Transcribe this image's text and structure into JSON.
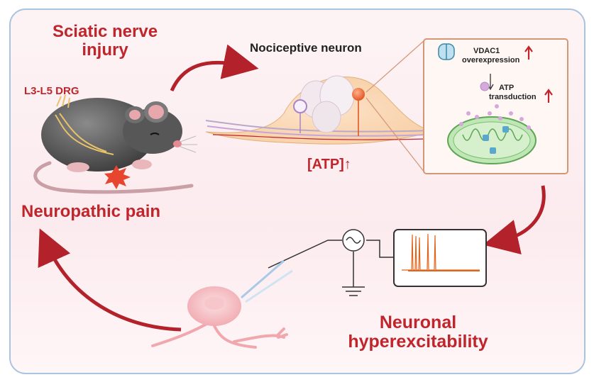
{
  "labels": {
    "injury_line1": "Sciatic nerve",
    "injury_line2": "injury",
    "drg": "L3-L5 DRG",
    "neuron": "Nociceptive neuron",
    "atp": "[ATP]↑",
    "vdac_line1": "VDAC1",
    "vdac_line2": "overexpression",
    "atp_trans_line1": "ATP",
    "atp_trans_line2": "transduction",
    "pain": "Neuropathic pain",
    "hyper_line1": "Neuronal",
    "hyper_line2": "hyperexcitability"
  },
  "colors": {
    "accent_red": "#c0252c",
    "frame_border": "#aac4e0",
    "mito_green": "#8fce8a",
    "trace_orange": "#e0651c"
  },
  "icons": [
    "mouse-illustration",
    "curved-arrow",
    "drg-neuron-cross-section",
    "mitochondrion",
    "vdac1-channel-icon",
    "atp-molecule-icon",
    "patch-clamp-pipette",
    "ground-symbol",
    "current-source-symbol",
    "oscilloscope-trace"
  ]
}
